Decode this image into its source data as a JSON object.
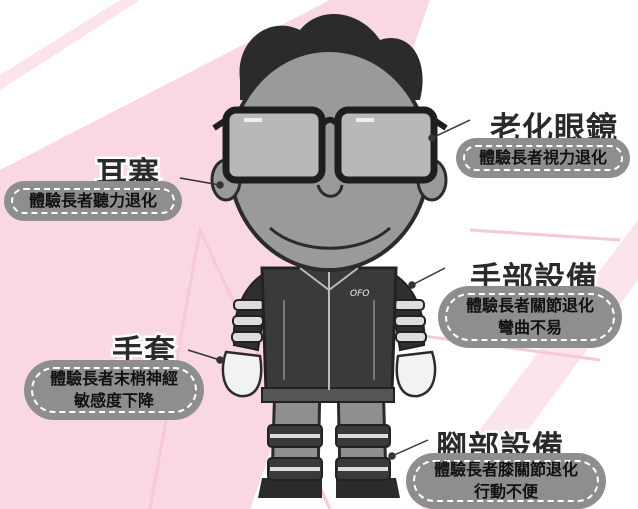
{
  "callouts": {
    "glasses": {
      "title": "老化眼鏡",
      "desc": "體驗長者視力退化"
    },
    "earplugs": {
      "title": "耳塞",
      "desc": "體驗長者聽力退化"
    },
    "arm_gear": {
      "title": "手部設備",
      "desc_lines": [
        "體驗長者關節退化",
        "彎曲不易"
      ]
    },
    "gloves": {
      "title": "手套",
      "desc_lines": [
        "體驗長者末梢神經",
        "敏感度下降"
      ]
    },
    "leg_gear": {
      "title": "腳部設備",
      "desc_lines": [
        "體驗長者膝關節退化",
        "行動不便"
      ]
    }
  },
  "jacket_logo": "OFO",
  "colors": {
    "pink_stripe": "#f9d8e1",
    "bubble_fill": "#8e8e8e",
    "figure_gray": "#9a9a9a",
    "dark": "#2b2b2b"
  }
}
